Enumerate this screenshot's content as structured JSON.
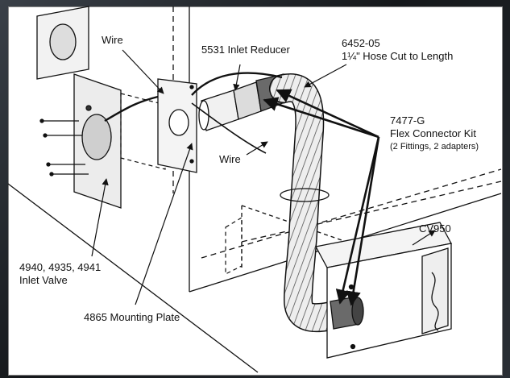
{
  "labels": {
    "wire_top": "Wire",
    "inlet_reducer": "5531 Inlet Reducer",
    "hose_code": "6452-05",
    "hose_desc": "1¼\" Hose Cut to Length",
    "kit_code": "7477-G",
    "kit_name": "Flex Connector Kit",
    "kit_contents": "(2 Fittings, 2 adapters)",
    "wire_mid": "Wire",
    "unit": "CV950",
    "valve_codes": "4940, 4935, 4941",
    "valve_name": "Inlet Valve",
    "mounting_plate": "4865 Mounting Plate"
  },
  "colors": {
    "frame_dark": "#1c2024",
    "line": "#111111",
    "hose_fill": "#e8e8e8",
    "fitting_dark": "#555555",
    "panel": "#ffffff"
  }
}
